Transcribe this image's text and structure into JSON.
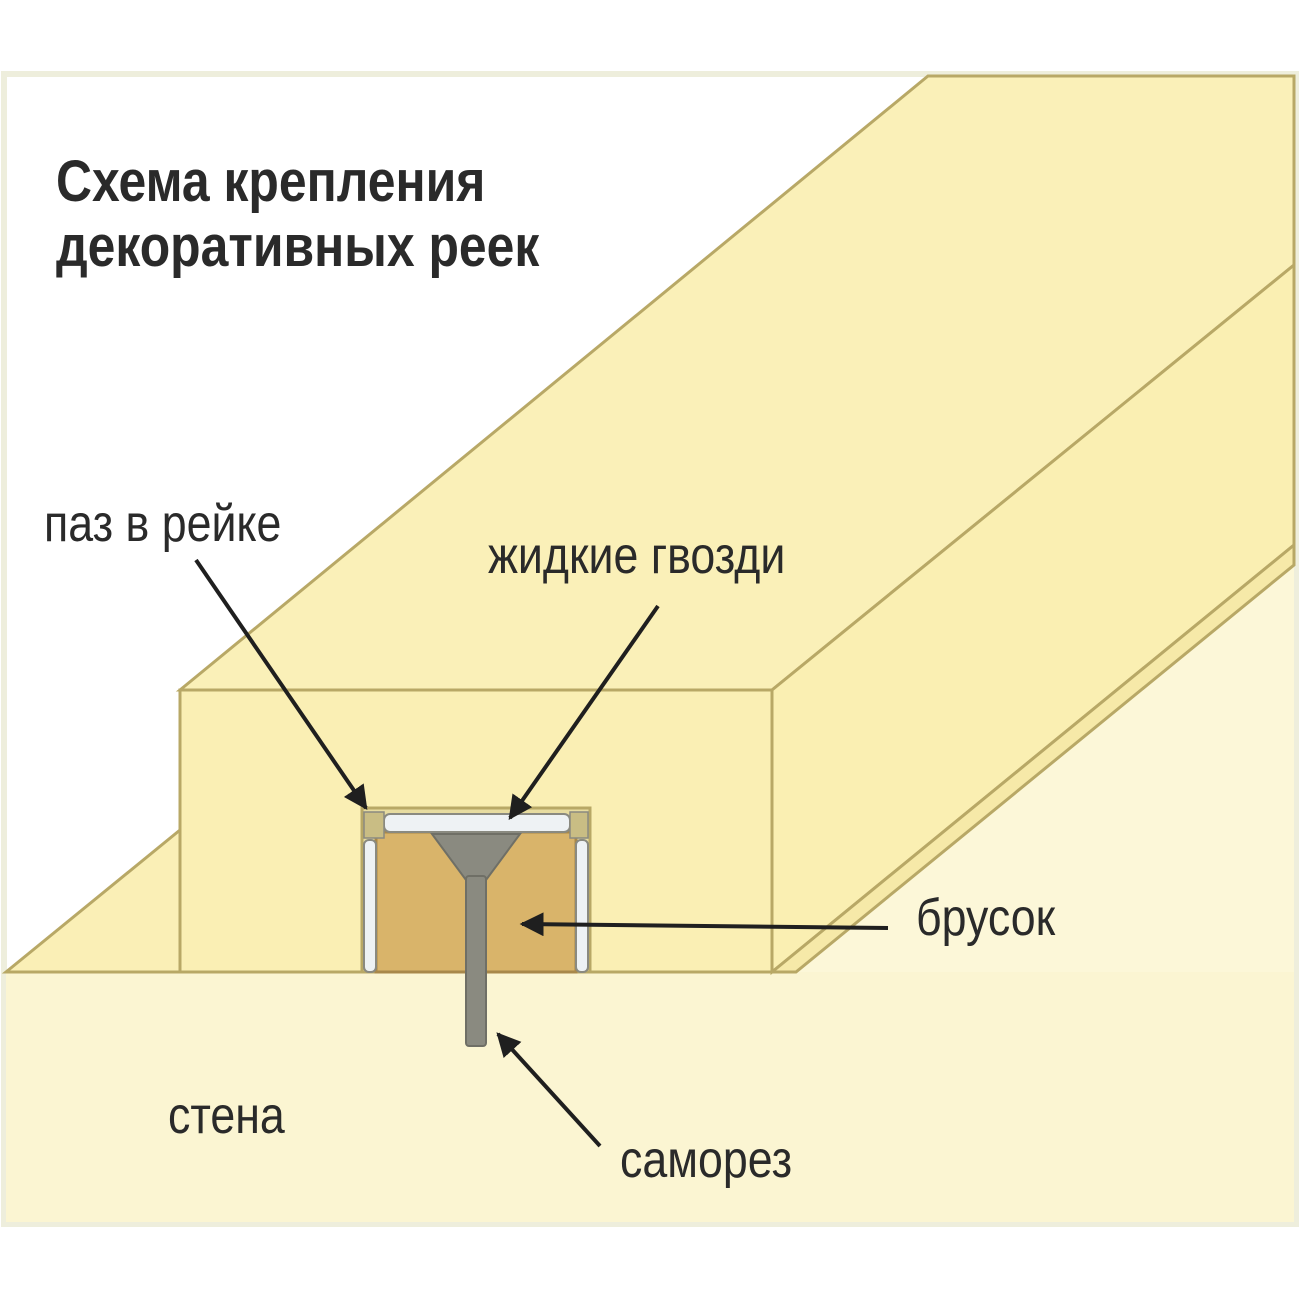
{
  "title": {
    "line1": "Схема крепления",
    "line2": "декоративных реек"
  },
  "labels": {
    "groove": "паз в рейке",
    "liquid_nails": "жидкие гвозди",
    "bar": "брусок",
    "wall": "стена",
    "screw": "саморез"
  },
  "colors": {
    "background": "#ffffff",
    "frame": "#eeeedc",
    "wall": "#fbf5d2",
    "slat_face": "#faefb4",
    "slat_top": "#faf0b8",
    "outline": "#b8a866",
    "bar": "#d9b46a",
    "screw": "#8a8a80",
    "glue": "#eef2f4",
    "arrow": "#1f1f1f"
  }
}
